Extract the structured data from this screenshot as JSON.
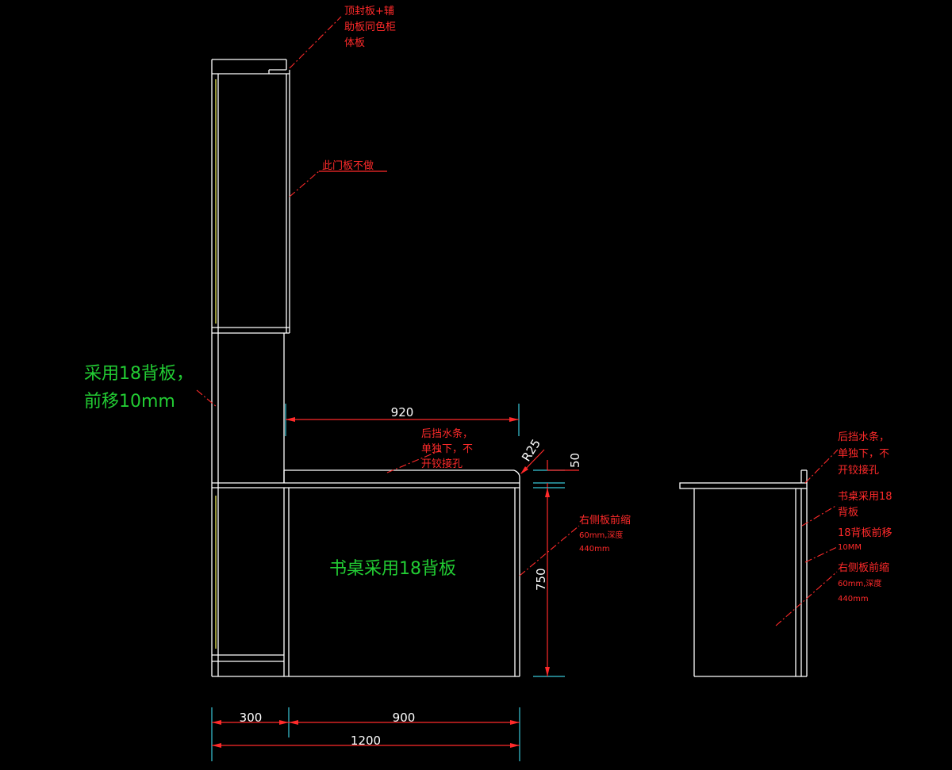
{
  "dimensions": {
    "top_span": "920",
    "radius": "R25",
    "backsplash_h": "50",
    "desk_height": "750",
    "bottom_left": "300",
    "bottom_right": "900",
    "total": "1200"
  },
  "notes": {
    "top_panel": [
      "顶封板+辅",
      "助板同色柜",
      "体板"
    ],
    "no_door": "此门板不做",
    "backsplash": [
      "后挡水条，",
      "单独下，不",
      "开铰接孔"
    ],
    "right_panel": [
      "右侧板前缩",
      "60mm,深度",
      "440mm"
    ],
    "side_backsplash": [
      "后挡水条，",
      "单独下，不",
      "开铰接孔"
    ],
    "side_desk_back": [
      "书桌采用18",
      "背板"
    ],
    "side_back_move": [
      "18背板前移",
      "10MM"
    ],
    "side_right_panel": [
      "右侧板前缩",
      "60mm,深度",
      "440mm"
    ]
  },
  "green_labels": {
    "back_board": [
      "采用18背板，",
      "前移10mm"
    ],
    "desk_board": "书桌采用18背板"
  },
  "colors": {
    "background": "#000000",
    "line": "#ffffff",
    "annotation": "#ff2a2a",
    "dimension_tick": "#38c8d8",
    "green_note": "#22cc33",
    "back_panel": "#e8e85a"
  }
}
